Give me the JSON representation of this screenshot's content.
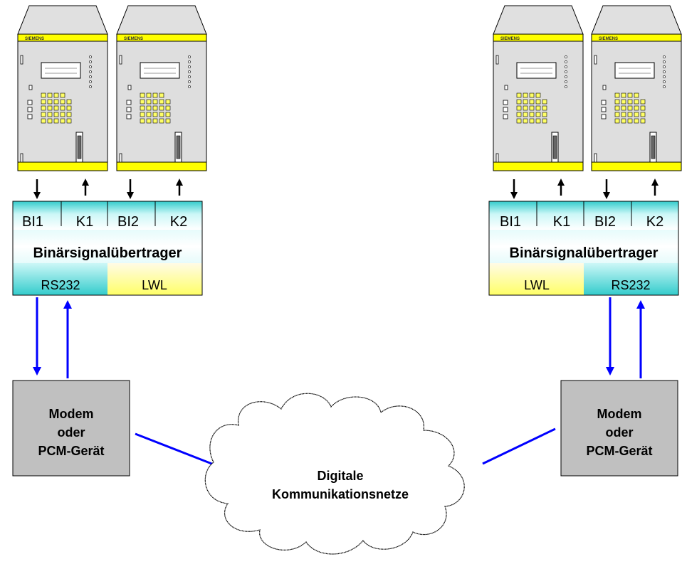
{
  "colors": {
    "cyan": "#ccf7f7",
    "cyan_strong": "#33cccc",
    "yellow": "#ffff66",
    "cream": "#fff8d0",
    "modem_gray": "#c0c0c0",
    "blue_line": "#0000ff",
    "device_body": "#dcdcdc",
    "device_yellow": "#ffff00"
  },
  "left": {
    "transceiver": {
      "cells": [
        "BI1",
        "K1",
        "BI2",
        "K2"
      ],
      "title": "Binärsignalübertrager",
      "ports": [
        "RS232",
        "LWL"
      ]
    },
    "modem": {
      "lines": [
        "Modem",
        "oder",
        "PCM-Gerät"
      ]
    }
  },
  "right": {
    "transceiver": {
      "cells": [
        "BI1",
        "K1",
        "BI2",
        "K2"
      ],
      "title": "Binärsignalübertrager",
      "ports": [
        "LWL",
        "RS232"
      ]
    },
    "modem": {
      "lines": [
        "Modem",
        "oder",
        "PCM-Gerät"
      ]
    }
  },
  "cloud": {
    "lines": [
      "Digitale",
      "Kommunikationsnetze"
    ]
  },
  "device_brand": "SIEMENS"
}
